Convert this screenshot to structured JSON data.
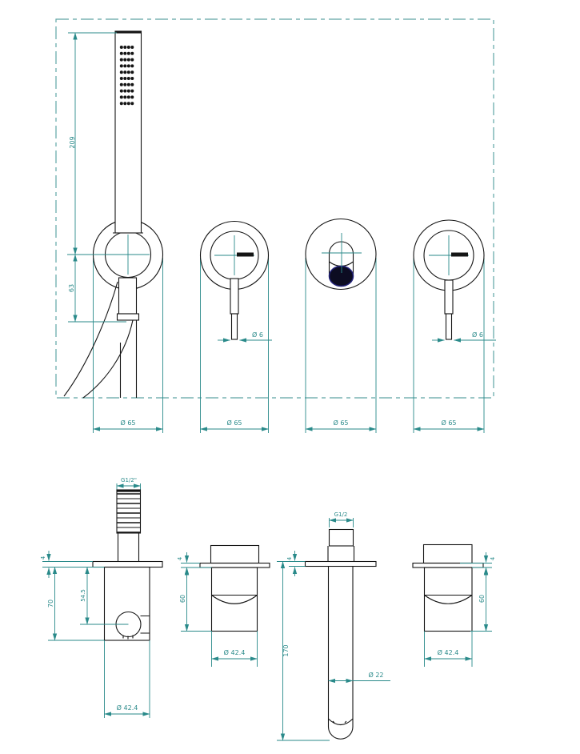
{
  "drawing": {
    "front": {
      "handshower": {
        "height": "209",
        "holder_offset": "63",
        "escutcheon": "Ø 65"
      },
      "left_handle": {
        "lever": "Ø 6",
        "escutcheon": "Ø 65"
      },
      "spout": {
        "escutcheon": "Ø 65"
      },
      "right_handle": {
        "lever": "Ø 6",
        "escutcheon": "Ø 65"
      }
    },
    "side": {
      "holder": {
        "thread": "G1/2\"",
        "plate": "4",
        "depth": "70",
        "hook_offset": "54.5",
        "body": "Ø 42.4"
      },
      "left_handle": {
        "plate": "4",
        "depth": "60",
        "body": "Ø 42.4"
      },
      "spout": {
        "thread": "G1/2",
        "plate": "4",
        "length": "170",
        "pipe": "Ø 22"
      },
      "right_handle": {
        "plate": "4",
        "depth": "60",
        "body": "Ø 42.4"
      }
    }
  },
  "colors": {
    "ink": "#141414",
    "dimension": "#2a8a8a",
    "border": "#5fa5a5",
    "outlet": "#0c0c22"
  }
}
